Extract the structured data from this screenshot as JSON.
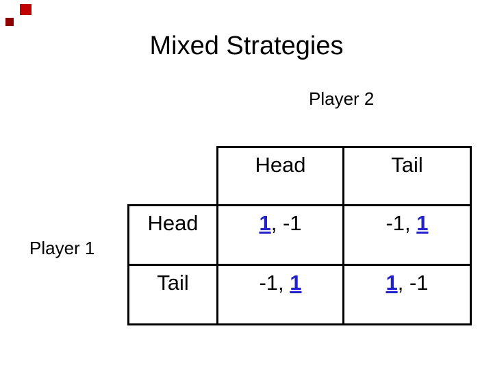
{
  "slide": {
    "title": "Mixed Strategies",
    "player2_label": "Player 2",
    "player1_label": "Player 1"
  },
  "decorations": {
    "square_large_color": "#c00000",
    "square_small_color": "#8e0000"
  },
  "colors": {
    "background": "#ffffff",
    "text": "#000000",
    "table_border": "#000000",
    "payoff_highlight_blue": "#2222c8"
  },
  "table": {
    "column_headers": [
      "Head",
      "Tail"
    ],
    "row_headers": [
      "Head",
      "Tail"
    ],
    "cells": [
      [
        {
          "pre": "",
          "best": "1",
          "post": ", -1"
        },
        {
          "pre": "-1, ",
          "best": "1",
          "post": ""
        }
      ],
      [
        {
          "pre": "-1, ",
          "best": "1",
          "post": ""
        },
        {
          "pre": "",
          "best": "1",
          "post": ", -1"
        }
      ]
    ]
  }
}
